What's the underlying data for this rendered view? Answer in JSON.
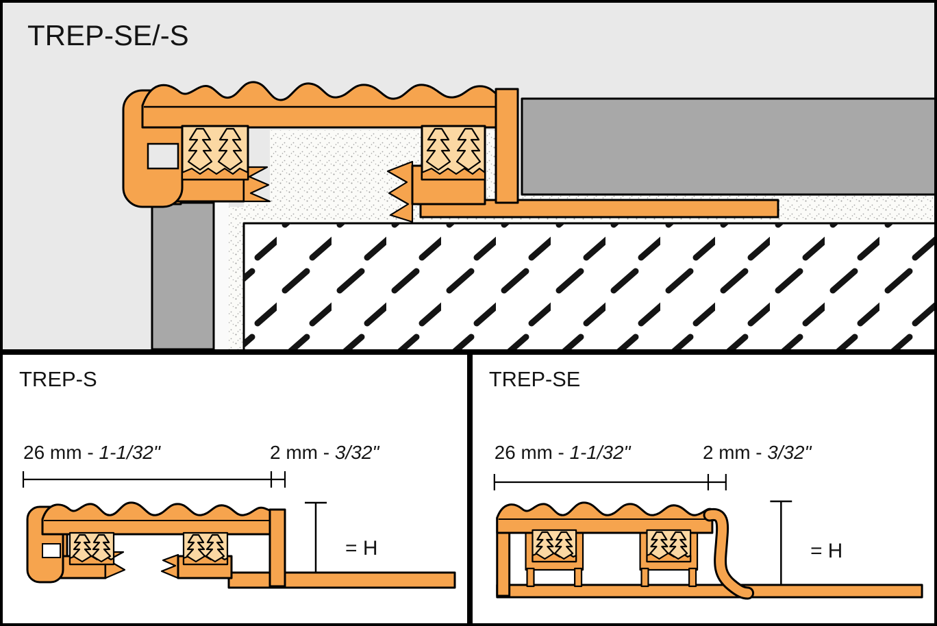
{
  "colors": {
    "profile_orange": "#F6A44E",
    "insert_cream": "#FBD8A3",
    "tile_gray": "#A8A8A8",
    "panel_gray": "#E9E9E9",
    "outline_black": "#000000"
  },
  "panels": {
    "overview": {
      "title": "TREP-SE/-S"
    },
    "trep_s": {
      "title": "TREP-S",
      "width_dim": {
        "metric": "26 mm - ",
        "imperial": "1-1/32\""
      },
      "joint_dim": {
        "metric": "2 mm - ",
        "imperial": "3/32\""
      },
      "height_label": "= H"
    },
    "trep_se": {
      "title": "TREP-SE",
      "width_dim": {
        "metric": "26 mm - ",
        "imperial": "1-1/32\""
      },
      "joint_dim": {
        "metric": "2 mm - ",
        "imperial": "3/32\""
      },
      "height_label": "= H"
    }
  }
}
